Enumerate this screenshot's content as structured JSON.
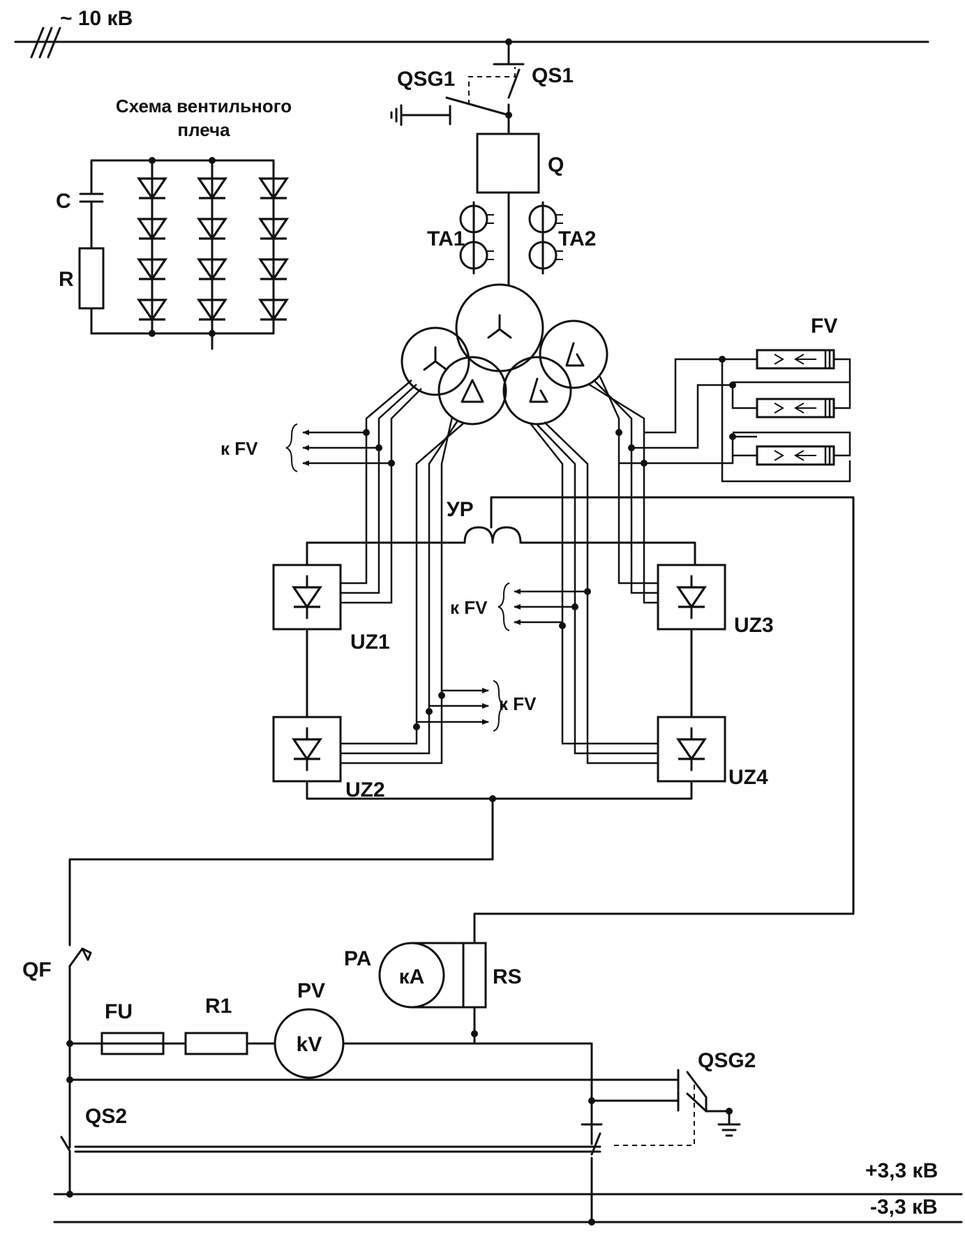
{
  "labels": {
    "supply": "~ 10 кВ",
    "inset_title_1": "Схема вентильного",
    "inset_title_2": "плеча",
    "cap": "C",
    "res": "R",
    "qsg1": "QSG1",
    "qs1": "QS1",
    "q": "Q",
    "ta1": "TA1",
    "ta2": "TA2",
    "fv": "FV",
    "to_fv_1": "к FV",
    "to_fv_2": "к FV",
    "to_fv_3": "к FV",
    "reactor": "УР",
    "uz1": "UZ1",
    "uz2": "UZ2",
    "uz3": "UZ3",
    "uz4": "UZ4",
    "qf": "QF",
    "fu": "FU",
    "r1": "R1",
    "pv": "PV",
    "kv": "kV",
    "pa": "PA",
    "ka": "кА",
    "rs": "RS",
    "qsg2": "QSG2",
    "qs2": "QS2",
    "plus_bus": "+3,3 кВ",
    "minus_bus": "-3,3 кВ"
  }
}
